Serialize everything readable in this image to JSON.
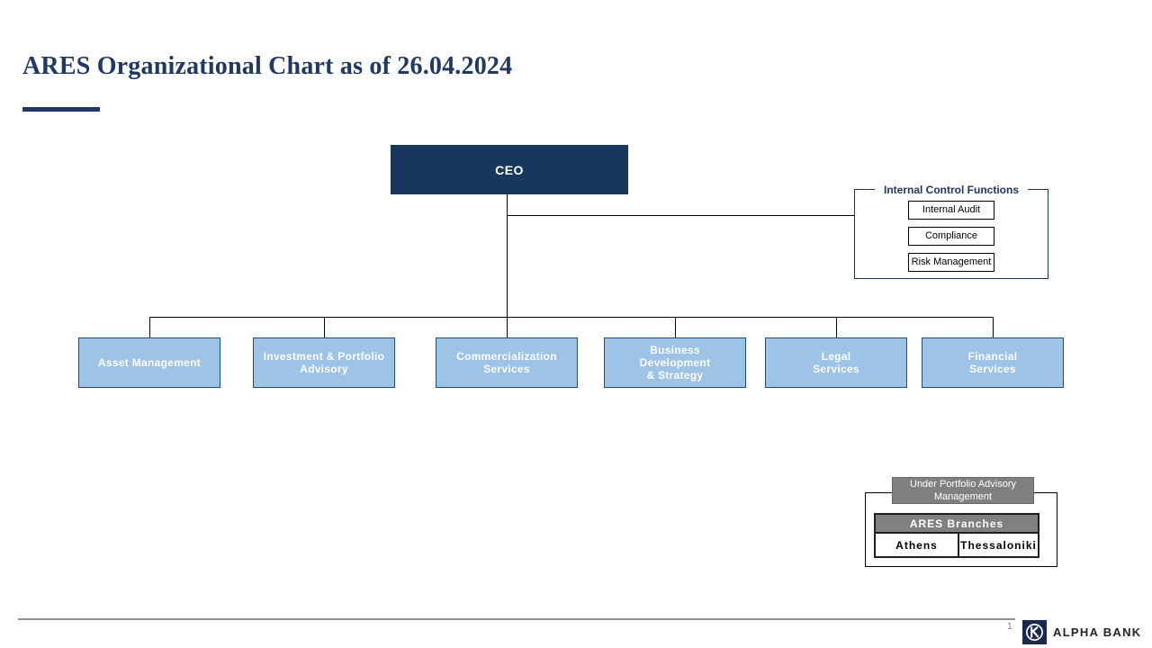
{
  "colors": {
    "title_navy": "#1F3864",
    "ceo_navy": "#17375D",
    "dept_fill_blue": "#9DC3E6",
    "dept_border_blue": "#1F4E79",
    "gray_fill": "#808080",
    "logo_navy": "#1B2A4C",
    "connector_black": "#000000"
  },
  "header": {
    "title": "ARES Organizational Chart as of 26.04.2024"
  },
  "org_chart": {
    "ceo": "CEO",
    "departments": [
      "Asset Management",
      "Investment & Portfolio\nAdvisory",
      "Commercialization\nServices",
      "Business\nDevelopment\n& Strategy",
      "Legal\nServices",
      "Financial\nServices"
    ],
    "internal_control": {
      "title": "Internal Control Functions",
      "items": [
        "Internal Audit",
        "Compliance",
        "Risk Management"
      ]
    },
    "branches": {
      "note": "Under Portfolio Advisory\nManagement",
      "header": "ARES Branches",
      "locations": [
        "Athens",
        "Thessaloniki"
      ]
    }
  },
  "footer": {
    "page_number": "1",
    "brand": "ALPHA BANK"
  }
}
